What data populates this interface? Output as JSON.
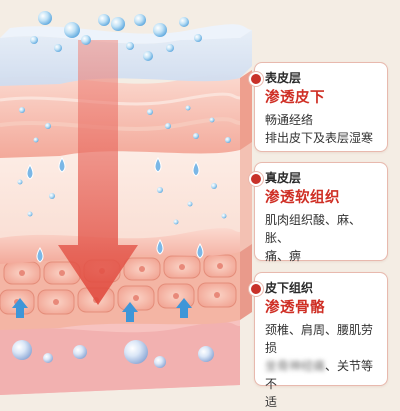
{
  "layers": [
    {
      "heading": "表皮层",
      "title": "渗透皮下",
      "desc_line1": "畅通经络",
      "desc_line2": "排出皮下及表层湿寒"
    },
    {
      "heading": "真皮层",
      "title": "渗透软组织",
      "desc_line1": "肌肉组织酸、麻、胀、",
      "desc_line2": "痛、痹"
    },
    {
      "heading": "皮下组织",
      "title": "渗透骨骼",
      "desc_line1": "颈椎、肩周、腰肌劳损",
      "desc_blurred": "坐骨神经痛",
      "desc_line2_rest": "、关节等不",
      "desc_line3": "适"
    }
  ],
  "colors": {
    "accent_red": "#cf2f25",
    "dot_red": "#c8322a",
    "callout_border": "#e8b9ae",
    "background": "#f4ede4"
  }
}
